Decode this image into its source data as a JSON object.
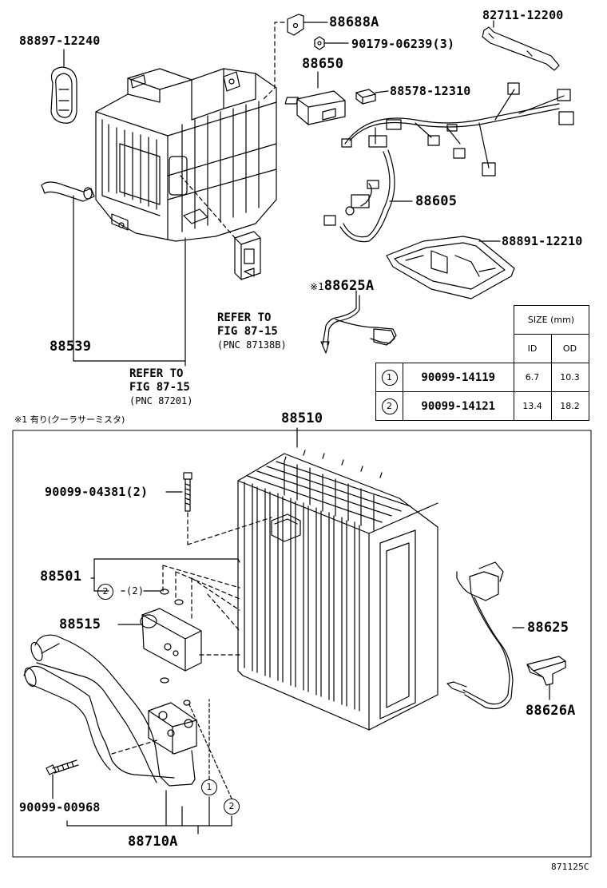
{
  "labels": {
    "p88897": "88897-12240",
    "p88688A": "88688A",
    "p90179": "90179-06239(3)",
    "p82711": "82711-12200",
    "p88650": "88650",
    "p88578": "88578-12310",
    "p88605": "88605",
    "p88891": "88891-12210",
    "p88625A_mark": "※1",
    "p88625A": "88625A",
    "p88539": "88539",
    "p88510": "88510",
    "p90099_04381": "90099-04381(2)",
    "p88501": "88501",
    "p88501_qty": "(2)",
    "p88515": "88515",
    "p88625": "88625",
    "p88626A": "88626A",
    "p90099_00968": "90099-00968",
    "p88710A": "88710A",
    "code": "871125C"
  },
  "refs": {
    "ref1": {
      "line1": "REFER TO",
      "line2": "FIG 87-15",
      "line3": "(PNC 87138B)"
    },
    "ref2": {
      "line1": "REFER TO",
      "line2": "FIG 87-15",
      "line3": "(PNC 87201)"
    }
  },
  "note": "※1 有り(クーラサーミスタ)",
  "callouts": {
    "one": "1",
    "two": "2"
  },
  "size_table": {
    "title": "SIZE (mm)",
    "headers": {
      "id": "ID",
      "od": "OD"
    },
    "rows": [
      {
        "mark": "1",
        "part": "90099-14119",
        "id": "6.7",
        "od": "10.3"
      },
      {
        "mark": "2",
        "part": "90099-14121",
        "id": "13.4",
        "od": "18.2"
      }
    ]
  }
}
